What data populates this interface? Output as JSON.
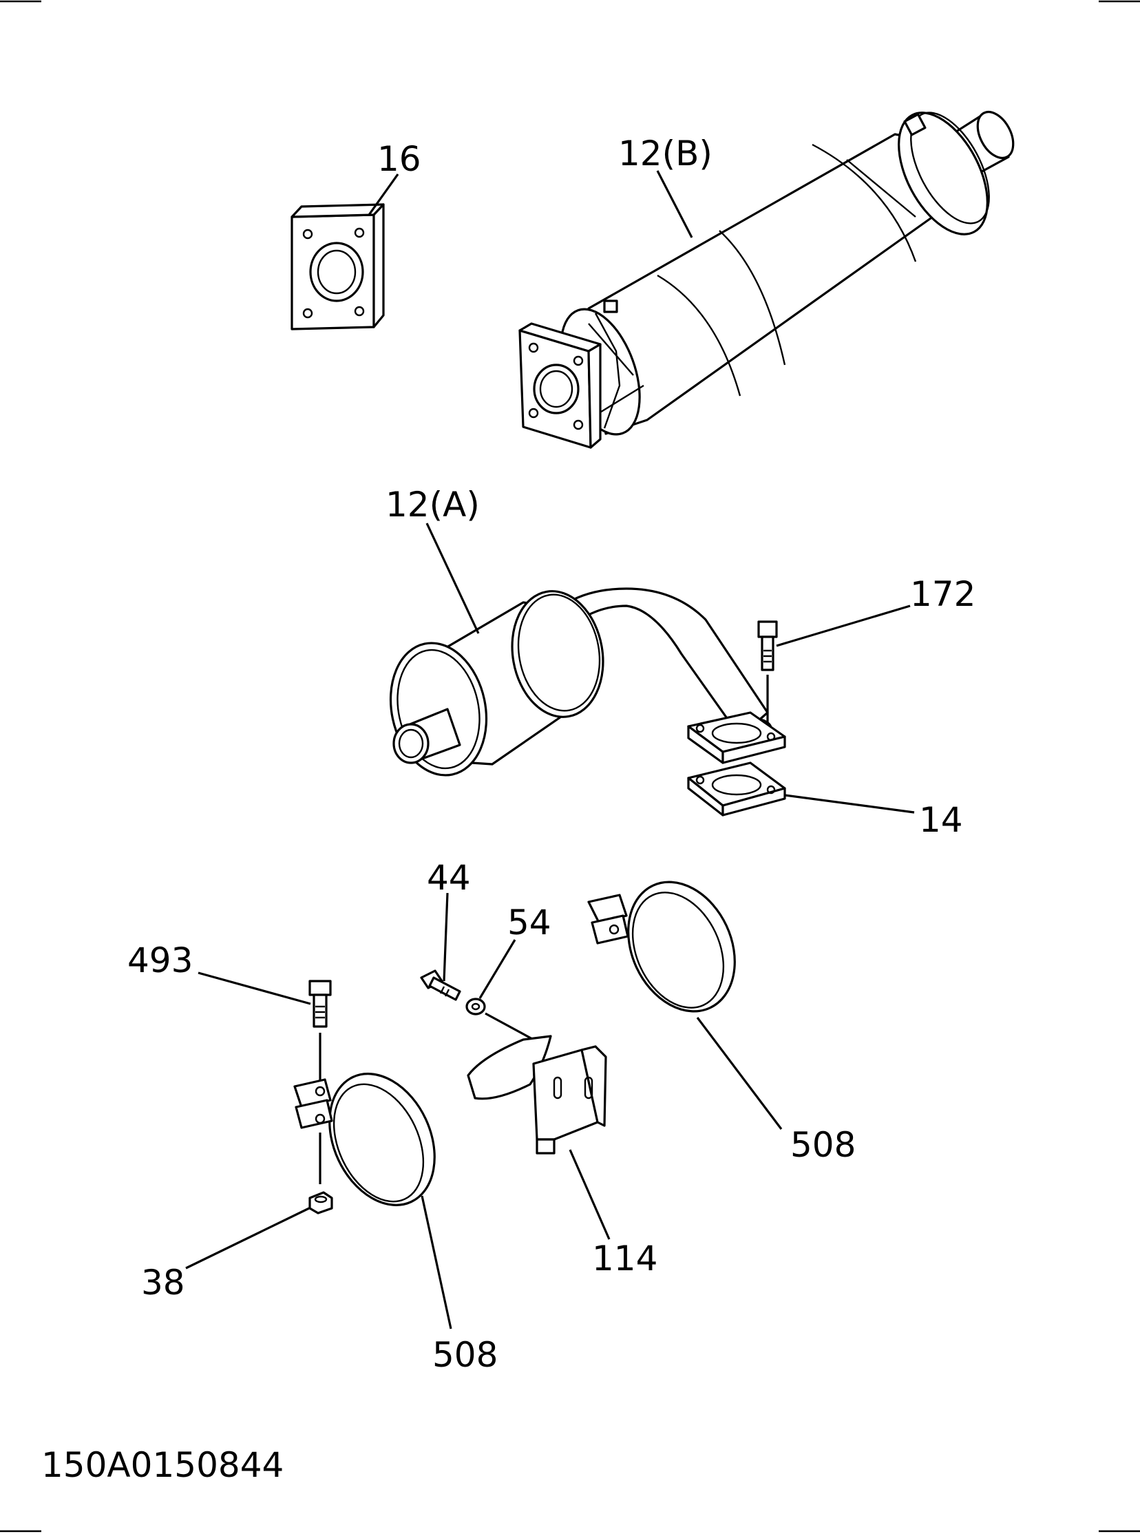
{
  "drawing_code": "150A0150844",
  "callouts": {
    "c16": "16",
    "c12b": "12(B)",
    "c12a": "12(A)",
    "c172": "172",
    "c14": "14",
    "c44": "44",
    "c54": "54",
    "c493": "493",
    "c508_right": "508",
    "c508_left": "508",
    "c114": "114",
    "c38": "38"
  }
}
